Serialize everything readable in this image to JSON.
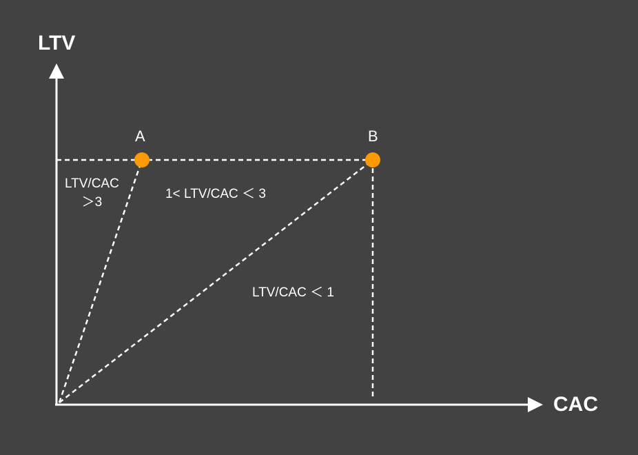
{
  "axes": {
    "y_label": "LTV",
    "x_label": "CAC"
  },
  "points": [
    {
      "label": "A"
    },
    {
      "label": "B"
    }
  ],
  "regions": {
    "high": {
      "line1": "LTV/CAC",
      "line2": "＞3"
    },
    "middle": "1< LTV/CAC ＜ 3",
    "low": "LTV/CAC ＜ 1"
  },
  "colors": {
    "background": "#424242",
    "lines": "#ffffff",
    "points": "#ff9900"
  }
}
